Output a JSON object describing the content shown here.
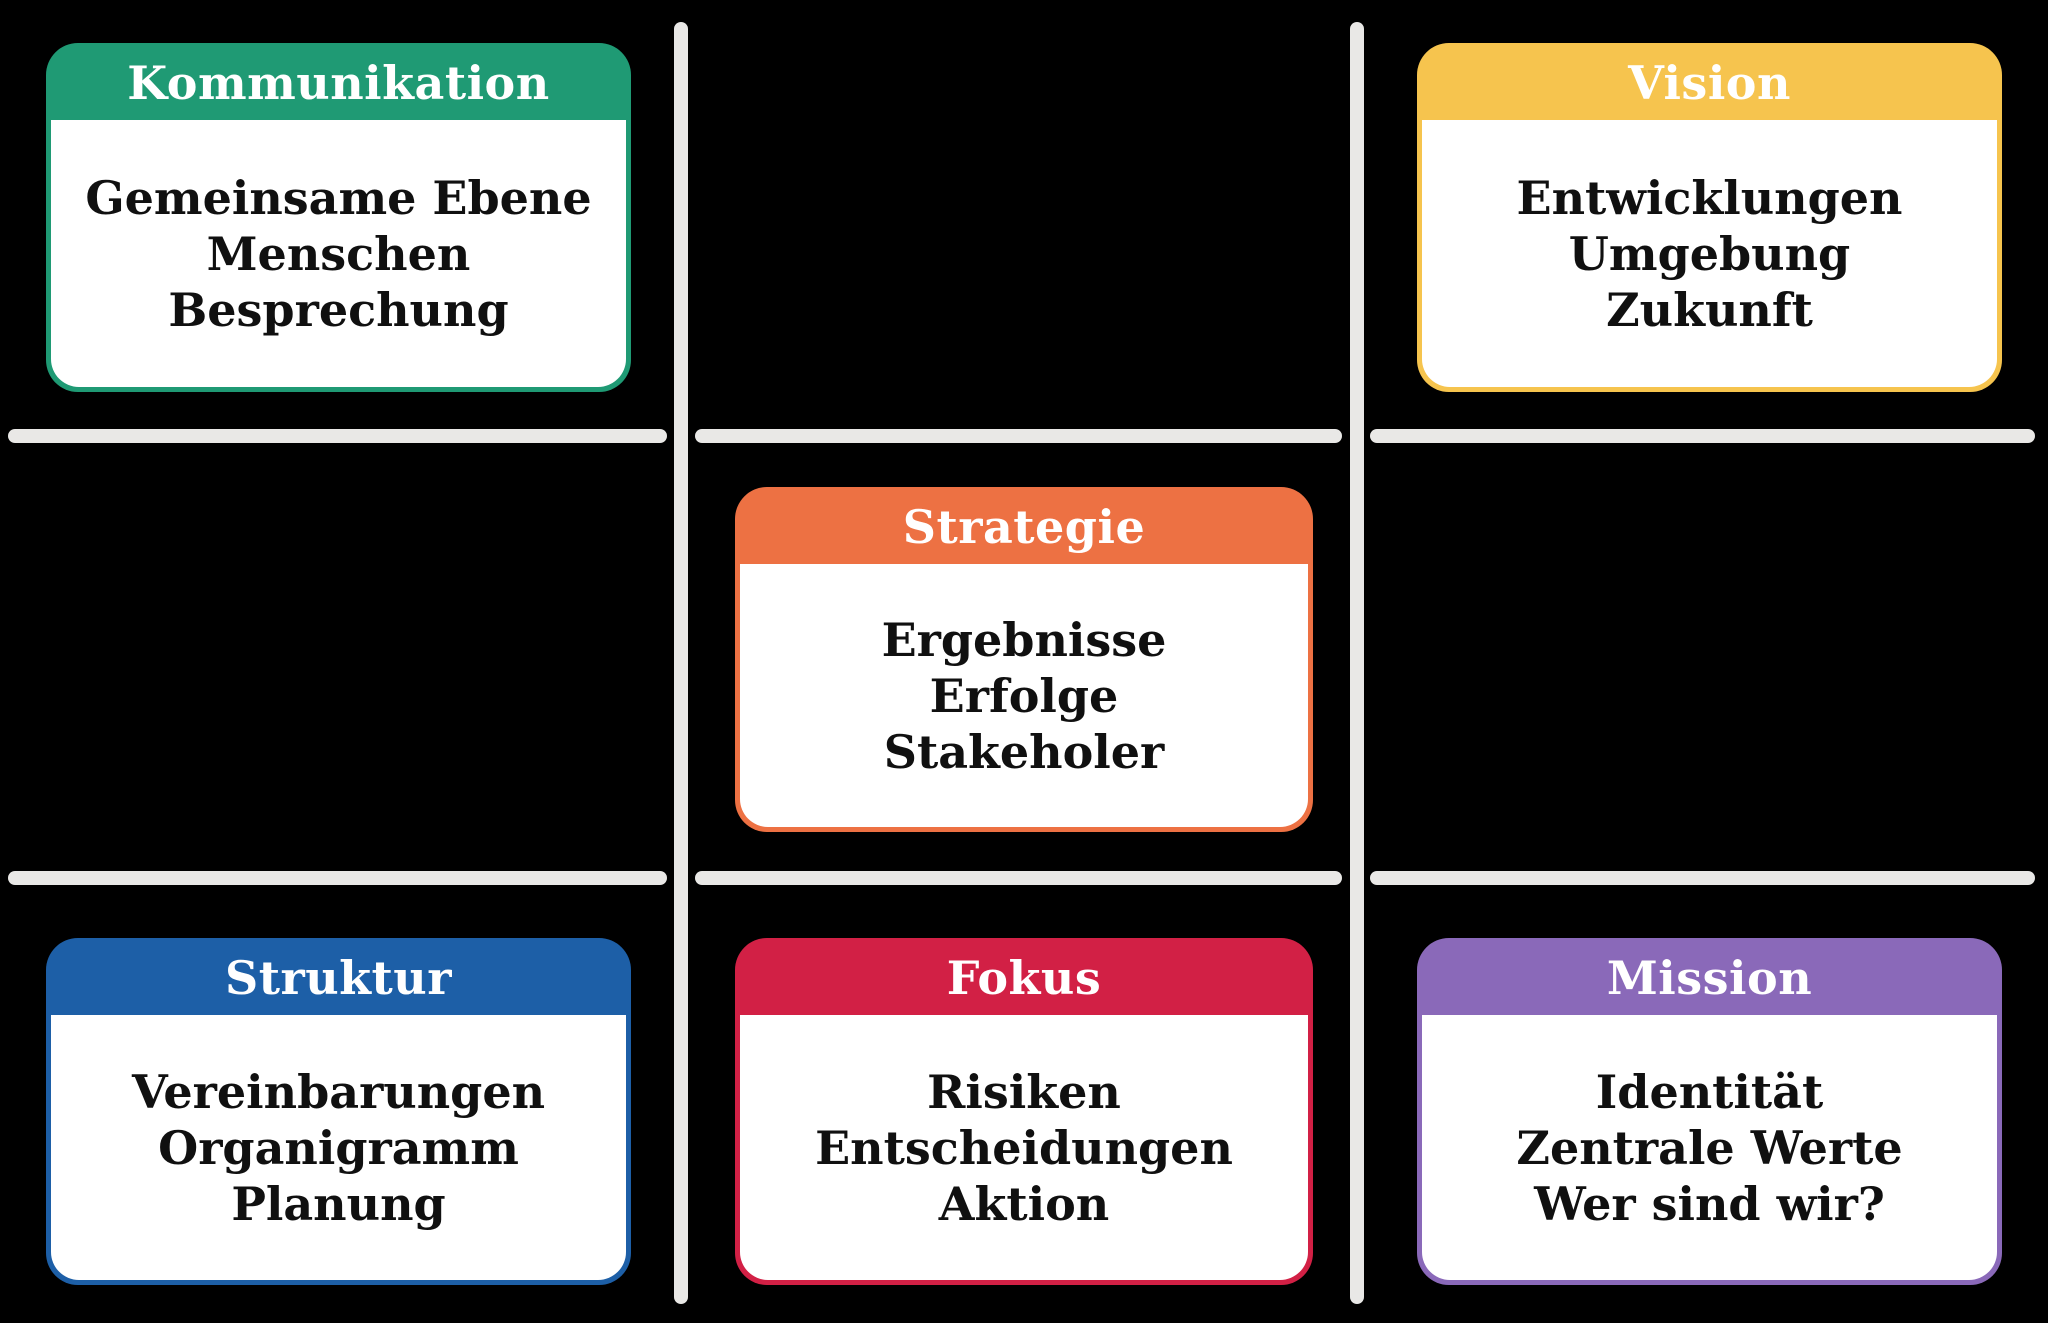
{
  "canvas": {
    "background": "#000000",
    "grid_line_color": "#e9e8e6"
  },
  "cards": [
    {
      "id": "kommunikation",
      "title": "Kommunikation",
      "color": "#1f9a74",
      "position": "top-left",
      "lines": [
        "Gemeinsame Ebene",
        "Menschen",
        "Besprechung"
      ]
    },
    {
      "id": "vision",
      "title": "Vision",
      "color": "#f6c44e",
      "position": "top-right",
      "lines": [
        "Entwicklungen",
        "Umgebung",
        "Zukunft"
      ]
    },
    {
      "id": "strategie",
      "title": "Strategie",
      "color": "#ed7143",
      "position": "middle-center",
      "lines": [
        "Ergebnisse",
        "Erfolge",
        "Stakeholer"
      ]
    },
    {
      "id": "struktur",
      "title": "Struktur",
      "color": "#1d5fa7",
      "position": "bottom-left",
      "lines": [
        "Vereinbarungen",
        "Organigramm",
        "Planung"
      ]
    },
    {
      "id": "fokus",
      "title": "Fokus",
      "color": "#d22045",
      "position": "bottom-center",
      "lines": [
        "Risiken",
        "Entscheidungen",
        "Aktion"
      ]
    },
    {
      "id": "mission",
      "title": "Mission",
      "color": "#8a69b9",
      "position": "bottom-right",
      "lines": [
        "Identität",
        "Zentrale Werte",
        "Wer sind wir?"
      ]
    }
  ]
}
